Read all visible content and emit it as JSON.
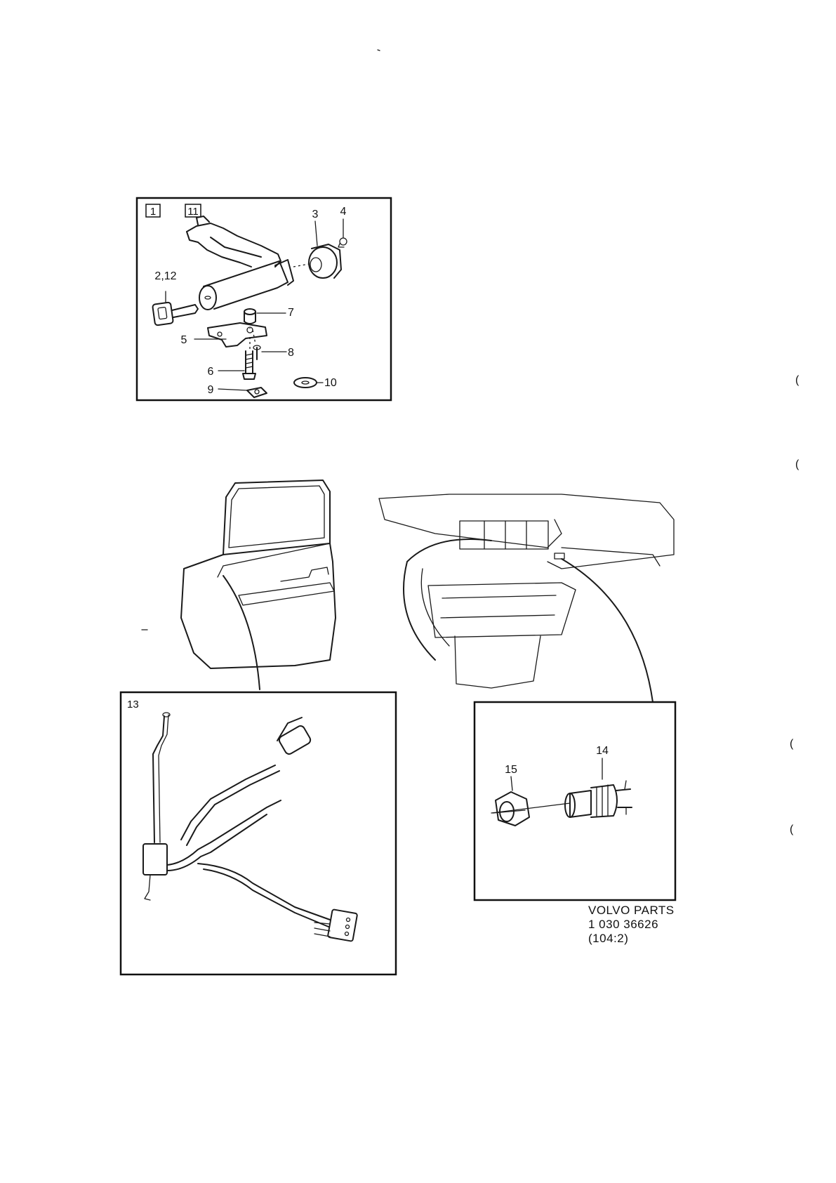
{
  "panel_top": {
    "boxed_numbers": [
      "1",
      "11"
    ],
    "callouts": [
      "3",
      "4",
      "2,12",
      "7",
      "5",
      "8",
      "6",
      "9",
      "10"
    ]
  },
  "panel_left": {
    "callouts": [
      "13"
    ]
  },
  "panel_right": {
    "callouts": [
      "14",
      "15"
    ]
  },
  "reference": {
    "brand": "VOLVO PARTS",
    "part_no": "1 030 36626",
    "page": "(104:2)"
  },
  "margin_marks": [
    "(",
    "(",
    "(",
    "("
  ]
}
